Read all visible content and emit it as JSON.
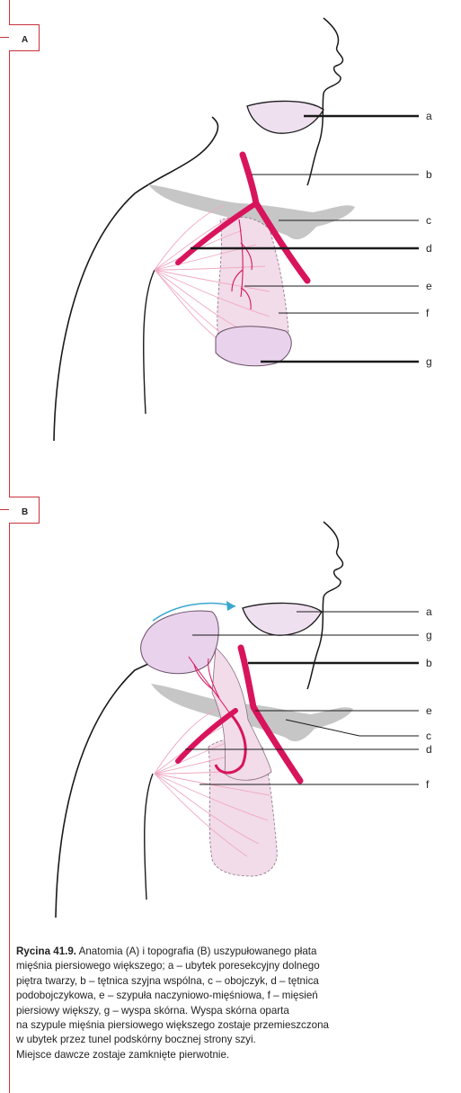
{
  "panels": [
    {
      "id": "A",
      "tab_label": "A",
      "labels": [
        "a",
        "b",
        "c",
        "d",
        "e",
        "f",
        "g"
      ]
    },
    {
      "id": "B",
      "tab_label": "B",
      "labels": [
        "a",
        "g",
        "b",
        "e",
        "c",
        "d",
        "f"
      ]
    }
  ],
  "caption": {
    "heading": "Rycina 41.9.",
    "lines": [
      " Anatomia (A) i topografia (B) uszypułowanego płata",
      "mięśnia piersiowego większego; a – ubytek poresekcyjny dolnego",
      "piętra twarzy, b – tętnica szyjna wspólna, c – obojczyk, d – tętnica",
      "podobojczykowa, e – szypuła naczyniowo-mięśniowa, f – mięsień",
      "piersiowy większy, g – wyspa skórna. Wyspa skórna oparta",
      "na szypule mięśnia piersiowego większego zostaje przemieszczona",
      "w ubytek przez tunel podskórny bocznej strony szyi.",
      "Miejsce dawcze zostaje zamknięte pierwotnie."
    ]
  },
  "colors": {
    "frame": "#c8323c",
    "artery": "#d8145c",
    "muscle_fill": "#f2dce9",
    "muscle_fibers": "#f0a8bf",
    "clavicle": "#c4c4c4",
    "skin_island": "#e8d2ec",
    "arrow": "#3aa6cf"
  }
}
